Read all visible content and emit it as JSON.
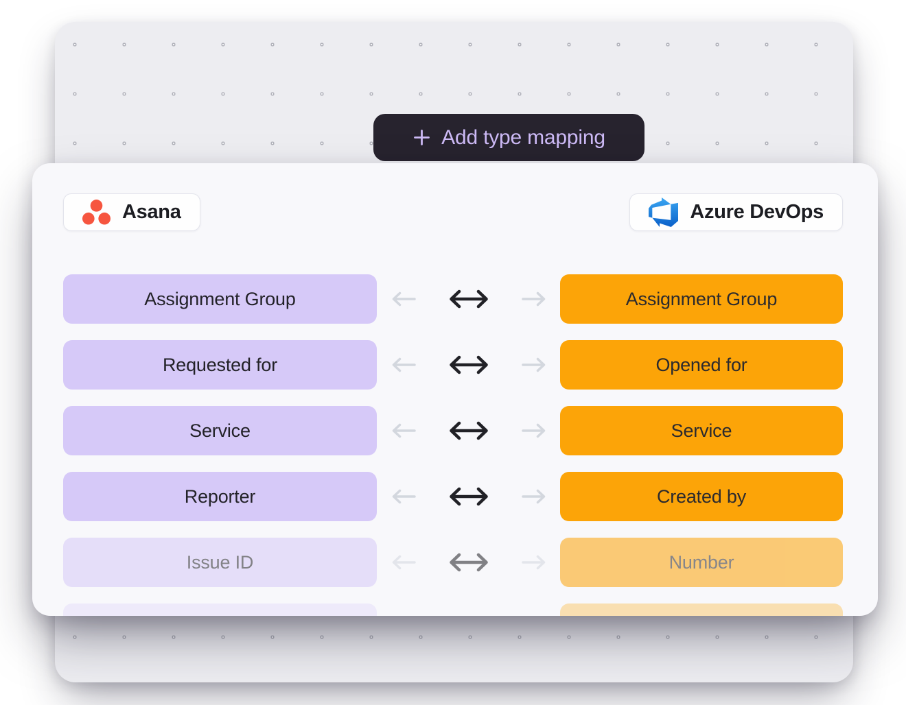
{
  "toolbar": {
    "add_button": {
      "icon": "plus-icon",
      "label": "Add type mapping"
    }
  },
  "card": {
    "source_app": {
      "icon": "asana-logo-icon",
      "name": "Asana"
    },
    "target_app": {
      "icon": "azure-devops-logo-icon",
      "name": "Azure DevOps"
    },
    "arrow_icons": [
      "arrow-left-icon",
      "arrow-both-icon",
      "arrow-right-icon"
    ],
    "mappings": [
      {
        "source": "Assignment Group",
        "target": "Assignment Group",
        "state": "active"
      },
      {
        "source": "Requested for",
        "target": "Opened for",
        "state": "active"
      },
      {
        "source": "Service",
        "target": "Service",
        "state": "active"
      },
      {
        "source": "Reporter",
        "target": "Created by",
        "state": "active"
      },
      {
        "source": "Issue ID",
        "target": "Number",
        "state": "faded"
      },
      {
        "source": "",
        "target": "",
        "state": "partial"
      }
    ]
  },
  "colors": {
    "panel_bg": "#ededf1",
    "card_bg": "#f8f8fb",
    "button_bg": "#27232e",
    "button_text": "#cdbaf6",
    "source_field_bg": "#d6c9f8",
    "target_field_bg": "#fca408",
    "asana_red": "#f6553f",
    "azure_blue_top": "#3ba7f2",
    "azure_blue_bottom": "#0a60c9",
    "arrow_muted": "#d3d7de",
    "arrow_active": "#212126"
  }
}
